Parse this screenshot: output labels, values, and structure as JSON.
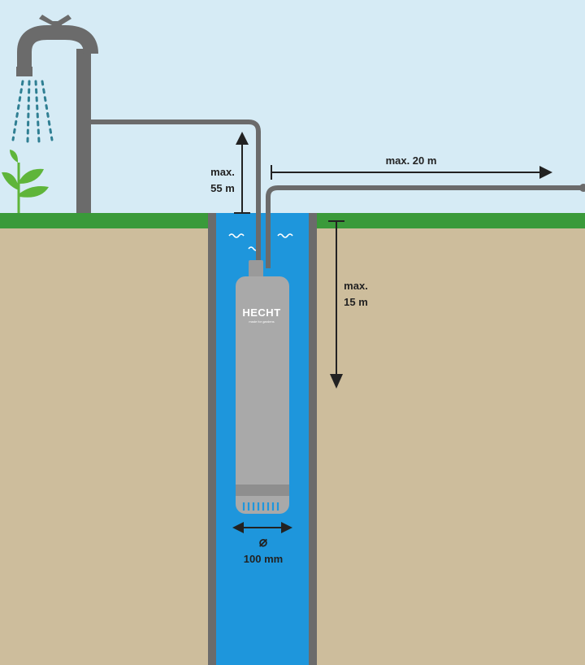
{
  "labels": {
    "height_max_line1": "max.",
    "height_max_line2": "55 m",
    "horizontal_max": "max. 20 m",
    "depth_max_line1": "max.",
    "depth_max_line2": "15 m",
    "diameter": "100 mm",
    "diameter_symbol": "⌀"
  },
  "pump": {
    "brand": "HECHT",
    "tagline": "made for gardens"
  },
  "colors": {
    "sky": "#d6ebf5",
    "grass": "#3a9a3a",
    "soil": "#cdbd9c",
    "water": "#1e96dc",
    "pipe": "#6b6b6b",
    "pump_body": "#a9a9a9",
    "arrow": "#222222",
    "plant": "#5fb53a",
    "drops": "#2f7f93"
  }
}
